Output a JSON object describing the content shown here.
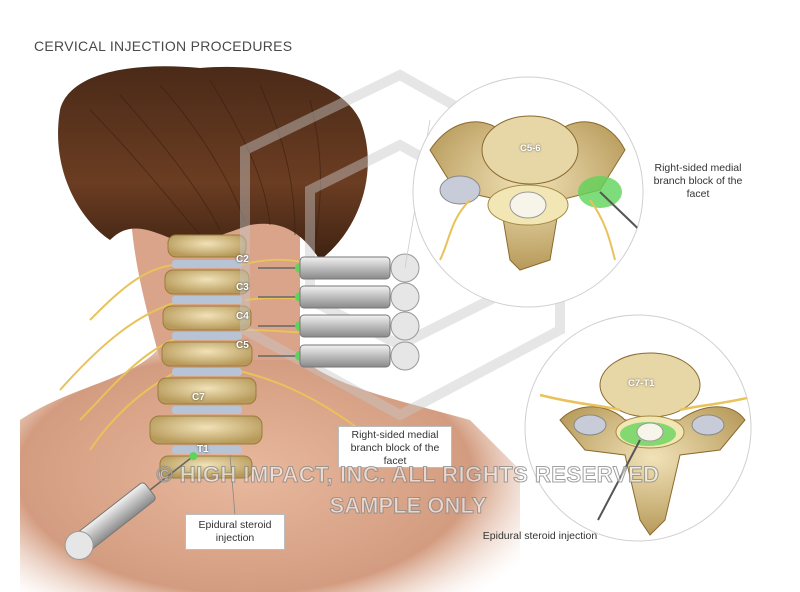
{
  "title": "CERVICAL INJECTION PROCEDURES",
  "vertebra_labels": [
    "C2",
    "C3",
    "C4",
    "C5",
    "C7",
    "T1"
  ],
  "detail_top": {
    "level": "C5-6",
    "caption": "Right-sided medial branch block of the facet"
  },
  "detail_bottom": {
    "level": "C7-T1",
    "caption": "Epidural steroid injection"
  },
  "callouts": {
    "medial_branch": "Right-sided medial branch block of the facet",
    "epidural": "Epidural steroid injection"
  },
  "watermark": {
    "line1": "© HIGH IMPACT, INC. ALL RIGHTS RESERVED",
    "line2": "SAMPLE ONLY"
  },
  "colors": {
    "hair": "#5a3420",
    "skin": "#d9a48a",
    "bone": "#e2cf9a",
    "nerve": "#e8c25a",
    "injectate": "#5fd35a",
    "syringe": "#c9c9c9"
  }
}
